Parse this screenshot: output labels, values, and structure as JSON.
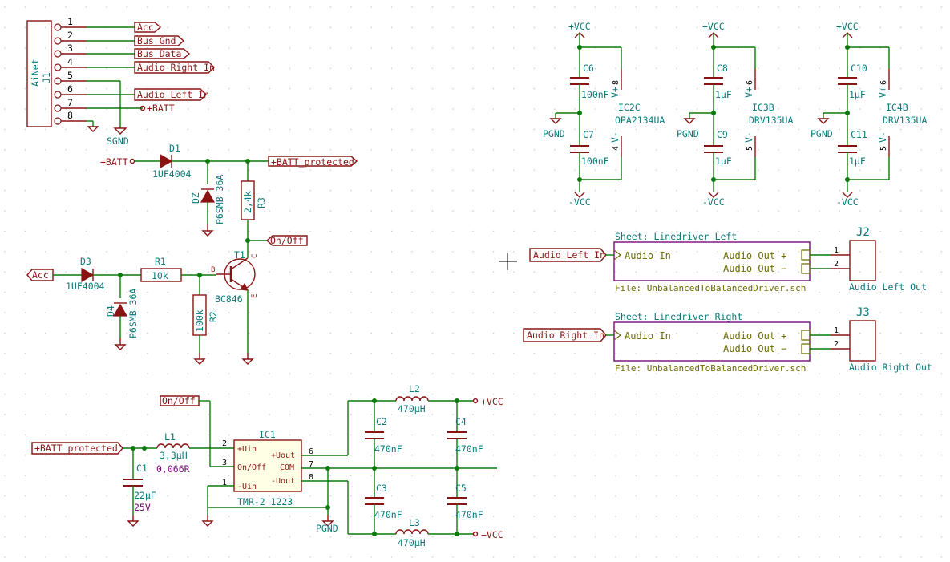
{
  "colors": {
    "wire": "#0a7a0a",
    "component": "#8a1414",
    "reference": "#0a7a7a",
    "sheet": "#7a0a7a",
    "sheet_pin": "#6b6b00",
    "background": "#ffffff",
    "grid": "#c8c8c8"
  },
  "connector_j1": {
    "name": "AiNet",
    "ref": "J1",
    "pins": [
      "1",
      "2",
      "3",
      "4",
      "5",
      "6",
      "7",
      "8"
    ]
  },
  "labels": {
    "acc": "Acc",
    "bus_gnd": "Bus Gnd",
    "bus_data": "Bus Data",
    "audio_right_in": "Audio Right In",
    "audio_left_in": "Audio Left In",
    "batt": "+BATT",
    "sgnd": "SGND",
    "batt_protected": "+BATT_protected",
    "on_off": "On/Off",
    "pgnd": "PGND",
    "vcc_pos": "+VCC",
    "vcc_neg": "-VCC",
    "vcc_neg_out": "−VCC"
  },
  "protection": {
    "d1": {
      "ref": "D1",
      "value": "1UF4004"
    },
    "d2": {
      "ref": "DZ",
      "value": "P6SMB 36A"
    },
    "r3": {
      "ref": "R3",
      "value": "2,4k"
    },
    "d3": {
      "ref": "D3",
      "value": "1UF4004"
    },
    "d4": {
      "ref": "D4",
      "value": "P6SMB 36A"
    },
    "r1": {
      "ref": "R1",
      "value": "10k"
    },
    "r2": {
      "ref": "R2",
      "value": "100k"
    },
    "t1": {
      "ref": "T1",
      "value": "BC846"
    },
    "t1_pins": {
      "b": "B",
      "c": "C",
      "e": "E"
    }
  },
  "power_supply": {
    "l1": {
      "ref": "L1",
      "value": "3,3µH",
      "res": "0,066R"
    },
    "c1": {
      "ref": "C1",
      "value": "22µF",
      "volt": "25V"
    },
    "ic1": {
      "ref": "IC1",
      "value": "TMR-2 1223",
      "pins": {
        "p2": "2",
        "p3": "3",
        "p1": "1",
        "p6": "6",
        "p7": "7",
        "p8": "8"
      },
      "names": {
        "vin_pos": "+Uin",
        "onoff": "On/Off",
        "vin_neg": "-Uin",
        "vout_pos": "+Uout",
        "com": "COM",
        "vout_neg": "-Uout"
      }
    },
    "l2": {
      "ref": "L2",
      "value": "470µH"
    },
    "l3": {
      "ref": "L3",
      "value": "470µH"
    },
    "c2": {
      "ref": "C2",
      "value": "470nF"
    },
    "c3": {
      "ref": "C3",
      "value": "470nF"
    },
    "c4": {
      "ref": "C4",
      "value": "470nF"
    },
    "c5": {
      "ref": "C5",
      "value": "470nF"
    }
  },
  "decoupling": [
    {
      "c_top": "C6",
      "c_top_val": "100nF",
      "c_bot": "C7",
      "c_bot_val": "100nF",
      "ic_ref": "IC2C",
      "ic_val": "OPA2134UA",
      "vpos": "V+",
      "vneg": "V-",
      "pin_pos": "8",
      "pin_neg": "4"
    },
    {
      "c_top": "C8",
      "c_top_val": "1µF",
      "c_bot": "C9",
      "c_bot_val": "1µF",
      "ic_ref": "IC3B",
      "ic_val": "DRV135UA",
      "vpos": "V+",
      "vneg": "V-",
      "pin_pos": "6",
      "pin_neg": "5"
    },
    {
      "c_top": "C10",
      "c_top_val": "1µF",
      "c_bot": "C11",
      "c_bot_val": "1µF",
      "ic_ref": "IC4B",
      "ic_val": "DRV135UA",
      "vpos": "V+",
      "vneg": "V-",
      "pin_pos": "6",
      "pin_neg": "5"
    }
  ],
  "sheets": [
    {
      "title": "Sheet: Linedriver Left",
      "file": "File: UnbalancedToBalancedDriver.sch",
      "in_label": "Audio Left In",
      "pin_in": "Audio In",
      "pin_pos": "Audio Out +",
      "pin_neg": "Audio Out −",
      "conn": "J2",
      "conn_label": "Audio Left Out",
      "p1": "1",
      "p2": "2"
    },
    {
      "title": "Sheet: Linedriver Right",
      "file": "File: UnbalancedToBalancedDriver.sch",
      "in_label": "Audio Right In",
      "pin_in": "Audio In",
      "pin_pos": "Audio Out +",
      "pin_neg": "Audio Out −",
      "conn": "J3",
      "conn_label": "Audio Right Out",
      "p1": "1",
      "p2": "2"
    }
  ]
}
